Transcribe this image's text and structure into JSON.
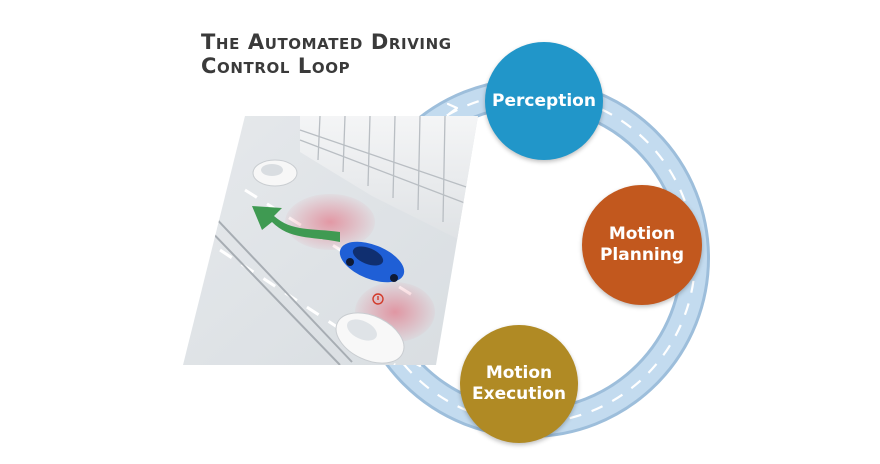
{
  "title": {
    "line1": "The Automated Driving",
    "line2": "Control Loop"
  },
  "nodes": [
    {
      "id": "perception",
      "label": "Perception",
      "color": "#2196c9"
    },
    {
      "id": "planning",
      "label_line1": "Motion",
      "label_line2": "Planning",
      "color": "#c2581e"
    },
    {
      "id": "execution",
      "label_line1": "Motion",
      "label_line2": "Execution",
      "color": "#b08a24"
    }
  ],
  "loop": {
    "track_color": "#b9d3e9",
    "edge_color": "#9dbedb",
    "dash_color": "#ffffff",
    "direction": "clockwise"
  },
  "illustration": {
    "subject": "road scene with blue autonomous car changing lane",
    "car_color": "#1f5fd6",
    "path_arrow_color": "#3f9a52",
    "sensor_zone_color": "#e35a6e"
  }
}
